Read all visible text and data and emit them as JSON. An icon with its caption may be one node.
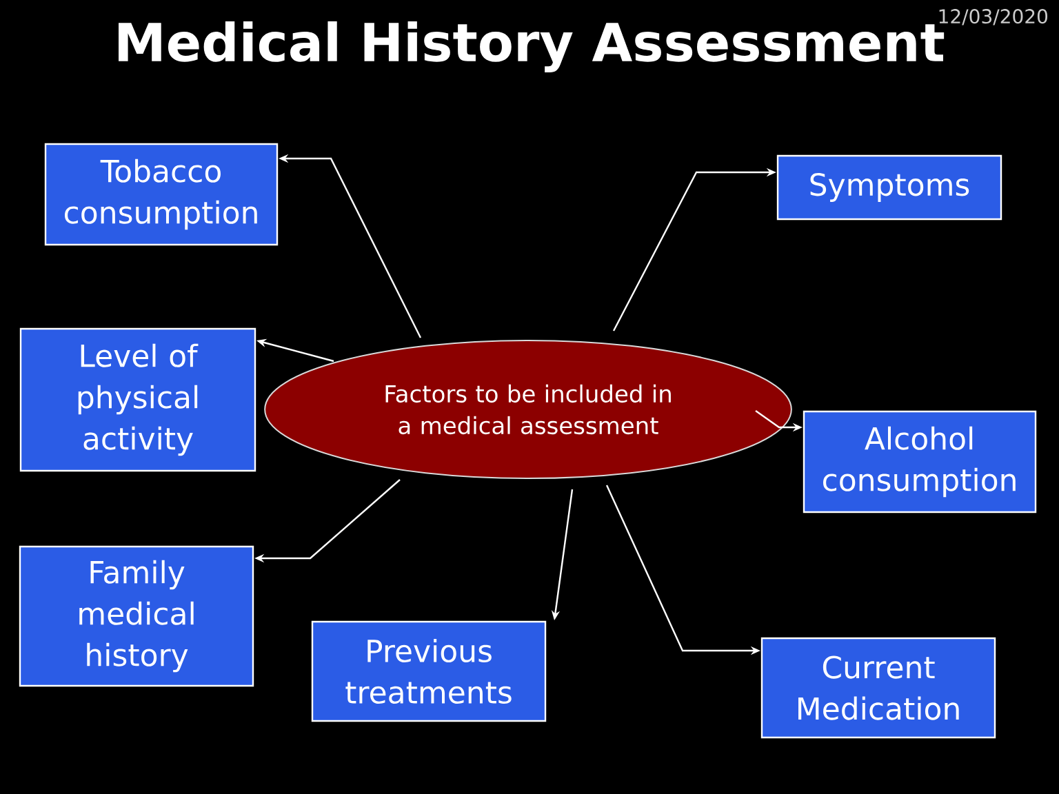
{
  "diagram": {
    "title": "Medical History Assessment",
    "nodes": [
      {
        "text": [
          "Factors to be included in a medical assessment"
        ]
      },
      {
        "text": [
          "Tobacco consumption"
        ]
      },
      {
        "text": [
          "Symptoms"
        ]
      },
      {
        "text": [
          "Level of physical activity"
        ]
      },
      {
        "text": [
          "Alcohol consumption"
        ]
      },
      {
        "text": [
          "Family medical history"
        ]
      },
      {
        "text": [
          "Previous treatments"
        ]
      },
      {
        "text": [
          "Current Medication"
        ]
      }
    ],
    "edges": [
      {
        "from": 0,
        "to": 1,
        "arrow": "to"
      },
      {
        "from": 0,
        "to": 2,
        "arrow": "to"
      },
      {
        "from": 0,
        "to": 3,
        "arrow": "to"
      },
      {
        "from": 0,
        "to": 4,
        "arrow": "to"
      },
      {
        "from": 0,
        "to": 5,
        "arrow": "to"
      },
      {
        "from": 0,
        "to": 6,
        "arrow": "to"
      },
      {
        "from": 0,
        "to": 7,
        "arrow": "to"
      }
    ],
    "labels": [
      "12/03/2020"
    ]
  }
}
